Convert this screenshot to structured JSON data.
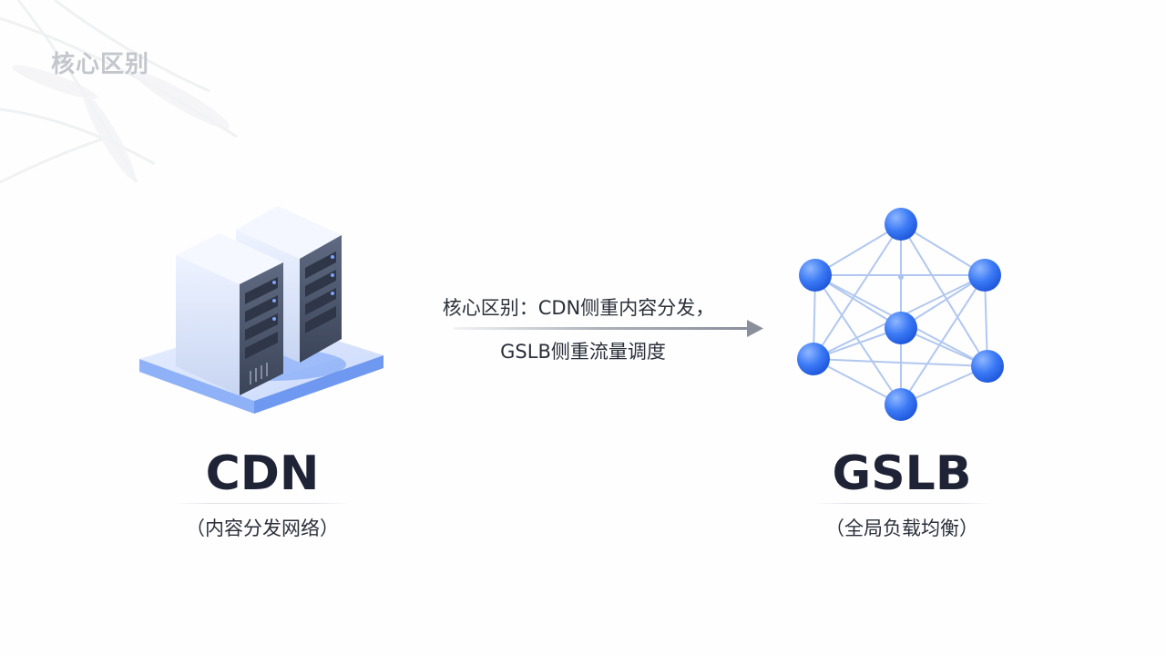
{
  "page": {
    "title": "核心区别"
  },
  "comparison": {
    "caption_line1": "核心区别：CDN侧重内容分发，",
    "caption_line2": "GSLB侧重流量调度"
  },
  "cdn": {
    "label": "CDN",
    "sublabel": "（内容分发网络）",
    "icon": "server-rack-icon"
  },
  "gslb": {
    "label": "GSLB",
    "sublabel": "（全局负载均衡）",
    "icon": "network-nodes-icon"
  },
  "colors": {
    "title_gray": "#c3c6cc",
    "text_dark": "#1f2336",
    "node_blue": "#2f6ff0",
    "arrow_gray": "#8a8f9c"
  }
}
